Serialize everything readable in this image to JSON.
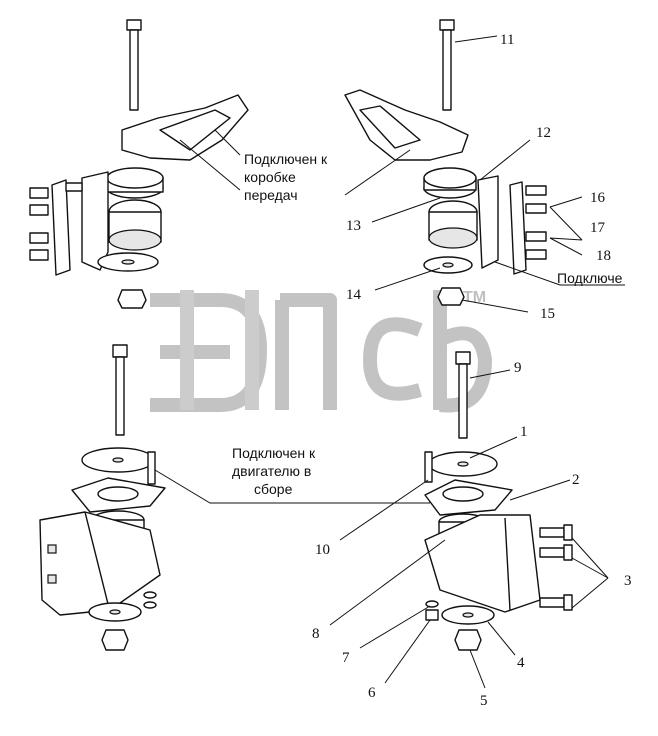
{
  "notes": {
    "gearbox_line1": "Подключен  к",
    "gearbox_line2": "коробке",
    "gearbox_line3": "передач",
    "engine_line1": "Подключен к",
    "engine_line2": "двигателю в",
    "engine_line3": "сборе",
    "right_clipped": "Подключе"
  },
  "watermark": {
    "trademark": "TM"
  },
  "callouts": [
    "1",
    "2",
    "3",
    "4",
    "5",
    "6",
    "7",
    "8",
    "9",
    "10",
    "11",
    "12",
    "13",
    "14",
    "15",
    "16",
    "17",
    "18"
  ]
}
